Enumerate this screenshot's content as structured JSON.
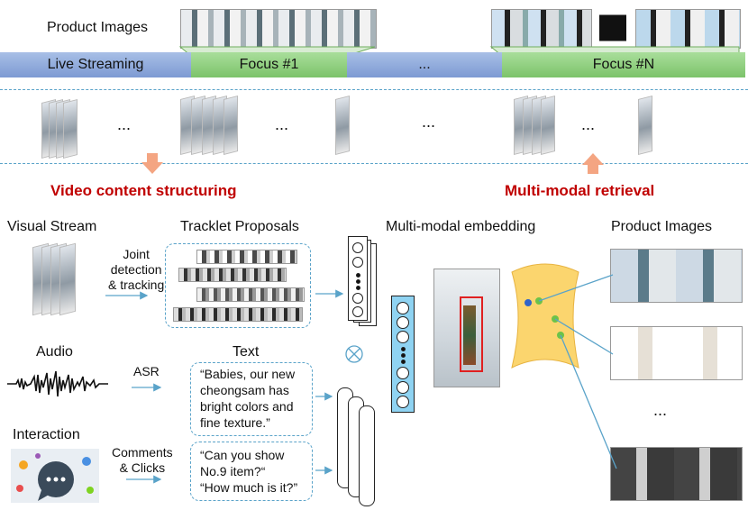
{
  "header": {
    "product_images_label": "Product Images",
    "timeline": [
      "Live Streaming",
      "Focus #1",
      "...",
      "Focus #N"
    ],
    "ellipsis": "..."
  },
  "sections": {
    "left_title": "Video content structuring",
    "right_title": "Multi-modal retrieval"
  },
  "pipeline": {
    "visual_stream": "Visual Stream",
    "tracklet_proposals": "Tracklet Proposals",
    "multimodal_embedding": "Multi-modal embedding",
    "product_images": "Product Images",
    "joint_label": [
      "Joint",
      "detection",
      "& tracking"
    ],
    "audio": "Audio",
    "asr": "ASR",
    "text": "Text",
    "asr_text": [
      "“Babies, our new",
      "cheongsam has",
      "bright colors and",
      "fine texture.”"
    ],
    "interaction": "Interaction",
    "comments_label": [
      "Comments",
      "& Clicks"
    ],
    "comments_text": [
      "“Can you show",
      "No.9 item?“",
      "“How much is it?”"
    ]
  },
  "colors": {
    "blue_bar": "#8fa9dc",
    "green_bar": "#8fd17e",
    "arrow_orange": "#f4a582",
    "cylinder": "#fbd56e",
    "neuron_blue": "#8fd3f2"
  }
}
